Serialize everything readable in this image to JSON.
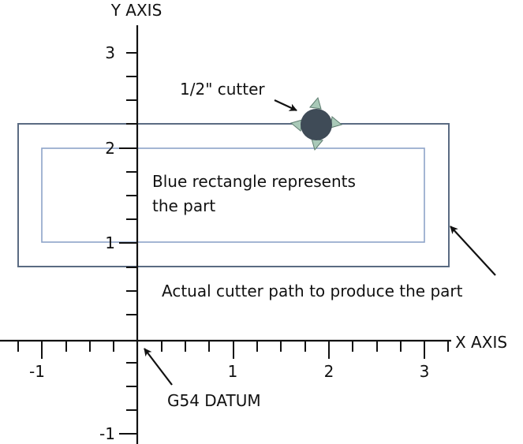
{
  "axes": {
    "x_label": "X AXIS",
    "y_label": "Y AXIS",
    "x_ticks": [
      "-1",
      "1",
      "2",
      "3"
    ],
    "y_ticks": [
      "3",
      "2",
      "1",
      "-1"
    ]
  },
  "labels": {
    "cutter": "1/2\" cutter",
    "part_line1": "Blue rectangle represents",
    "part_line2": "the part",
    "cutter_path": "Actual cutter path to produce the part",
    "datum": "G54 DATUM"
  },
  "colors": {
    "cutter_path": "#5a6b82",
    "part": "#8ea3c8",
    "cutter_body": "#3f4b57",
    "cutter_flute": "#a9c9b8",
    "axis": "#111111"
  }
}
